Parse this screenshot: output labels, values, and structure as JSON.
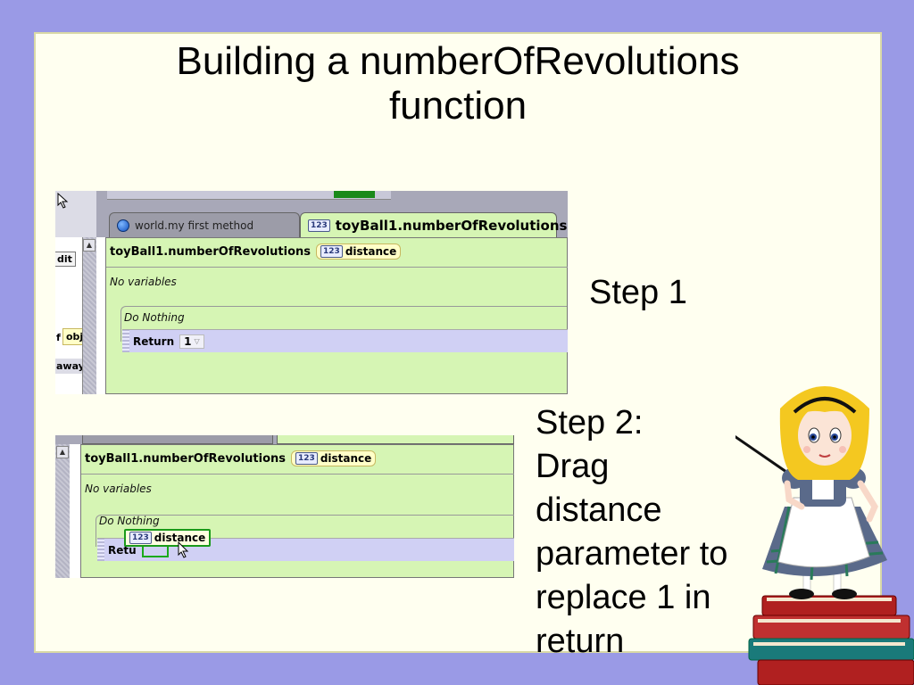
{
  "slide": {
    "title_line1": "Building a numberOfRevolutions",
    "title_line2": "function"
  },
  "screenshot1": {
    "tab_inactive_label": "world.my first method",
    "tab_active_label": "toyBall1.numberOfRevolutions",
    "edit_button": "dit",
    "left_tile_obj": "obj",
    "left_tile_away": "away",
    "left_tile_f": "f",
    "function_name": "toyBall1.numberOfRevolutions",
    "param_badge": "123",
    "param_name": "distance",
    "no_variables": "No variables",
    "do_nothing": "Do Nothing",
    "return_label": "Return",
    "return_value": "1"
  },
  "screenshot2": {
    "function_name": "toyBall1.numberOfRevolutions",
    "param_badge": "123",
    "param_name": "distance",
    "no_variables": "No variables",
    "do_nothing": "Do Nothing",
    "return_label": "Retu",
    "dragged_badge": "123",
    "dragged_param": "distance"
  },
  "steps": {
    "step1": "Step 1",
    "step2_lines": [
      "Step 2:",
      "Drag",
      "distance",
      "parameter to",
      "replace 1 in",
      "return"
    ]
  },
  "colors": {
    "background": "#9a9ae6",
    "slide": "#fffff0",
    "editor_green": "#d6f5b4",
    "return_lavender": "#d0d0f4",
    "highlight_green": "#1a9a1a"
  }
}
